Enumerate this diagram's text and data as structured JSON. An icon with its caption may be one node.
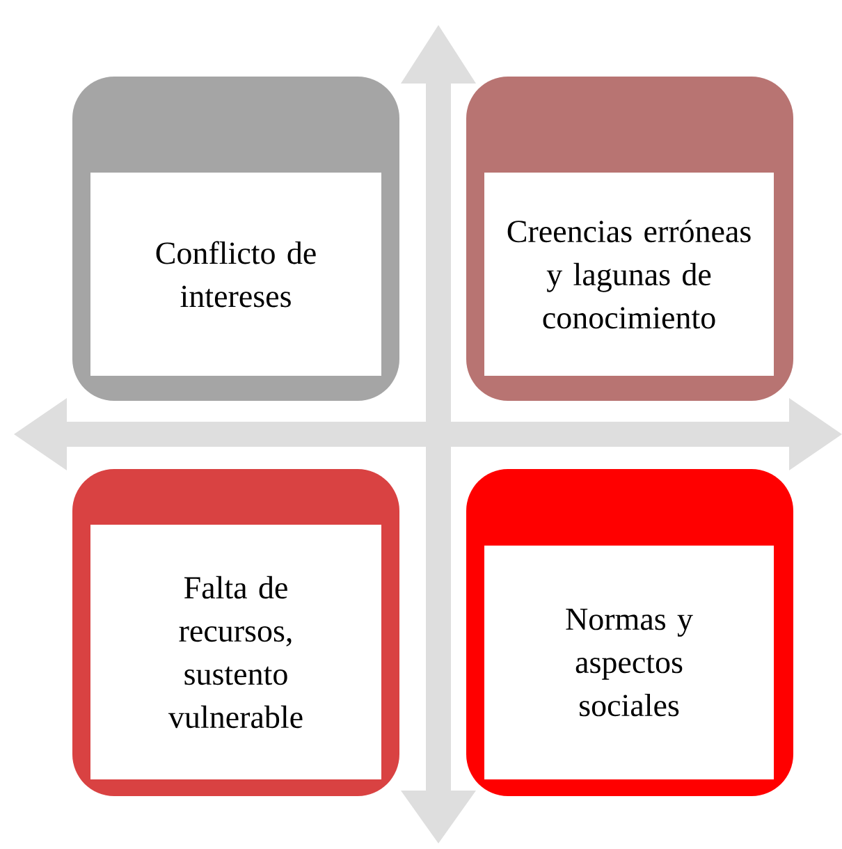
{
  "diagram": {
    "nodes": [
      {
        "text": [
          "Conflicto de intereses"
        ]
      },
      {
        "text": [
          "Creencias erróneas y lagunas de conocimiento"
        ]
      },
      {
        "text": [
          "Falta de recursos, sustento vulnerable"
        ]
      },
      {
        "text": [
          "Normas y aspectos sociales"
        ]
      }
    ]
  }
}
